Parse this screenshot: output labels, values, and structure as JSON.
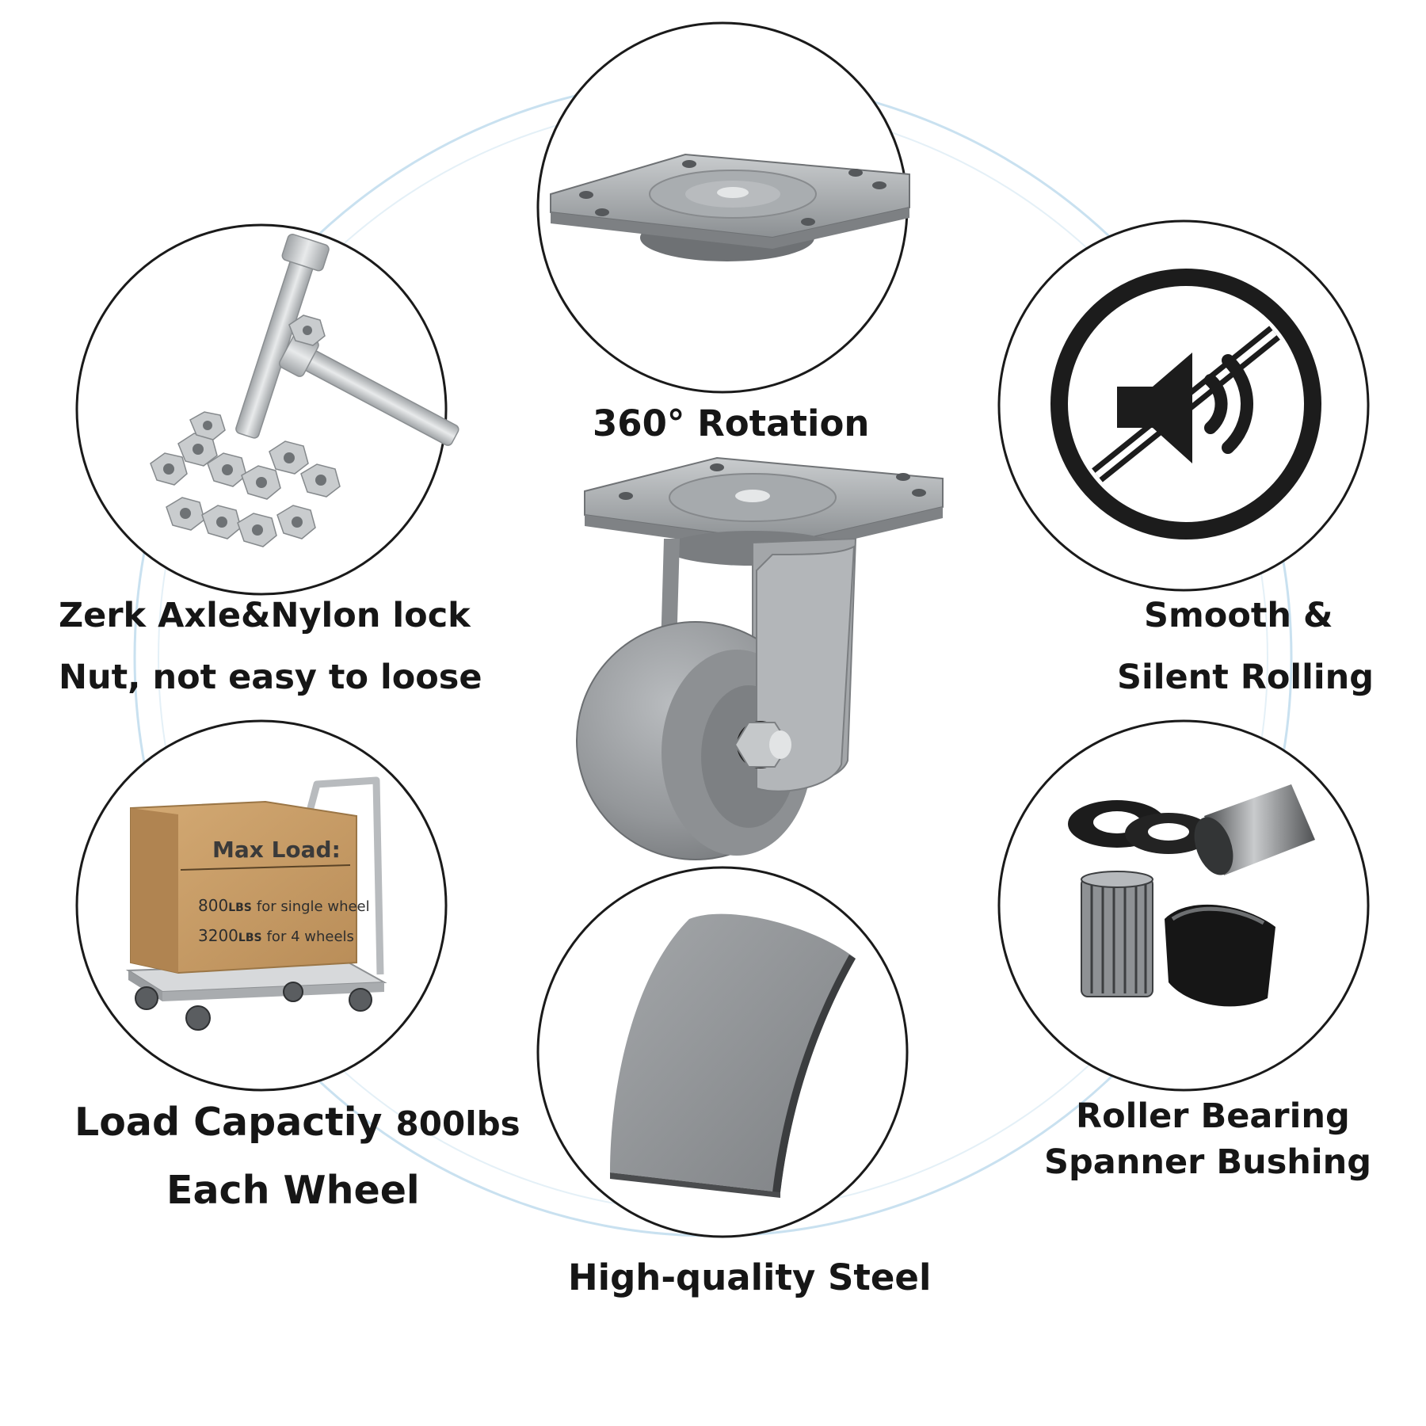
{
  "labels": {
    "top": "360° Rotation",
    "top_left_line1": "Zerk Axle&Nylon lock",
    "top_left_line2": "Nut, not easy to loose",
    "top_right_line1": "Smooth &",
    "top_right_line2": "Silent Rolling",
    "bottom_left_line1_main": "Load Capactiy",
    "bottom_left_line1_small": "800lbs",
    "bottom_left_line2": "Each Wheel",
    "bottom": "High-quality Steel",
    "bottom_right_line1": "Roller Bearing",
    "bottom_right_line2": "Spanner Bushing"
  },
  "box": {
    "title": "Max Load:",
    "line1_num": "800",
    "line1_unit": "LBS",
    "line1_text": "for single wheel",
    "line2_num": "3200",
    "line2_unit": "LBS",
    "line2_text": "for 4 wheels"
  },
  "icons": {
    "mute": "mute-speaker-icon"
  },
  "colors": {
    "ring": "#bcd9ec",
    "outline": "#1a1a1a",
    "steel": "#8f9295",
    "cardboard": "#c49a66"
  }
}
